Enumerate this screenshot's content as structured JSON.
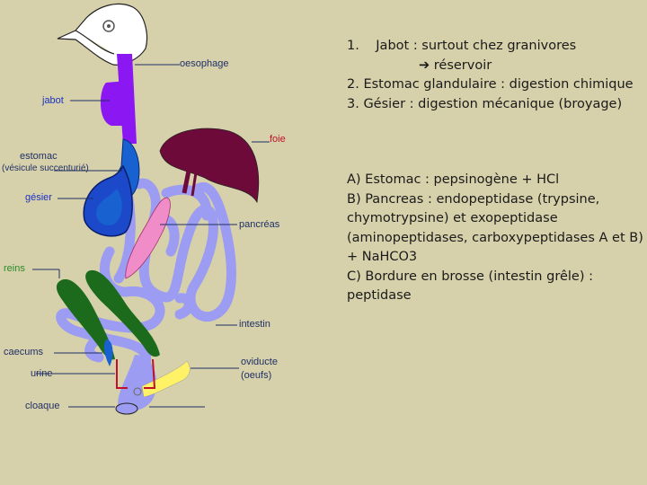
{
  "diagram": {
    "labels": {
      "oesophage": "oesophage",
      "jabot": "jabot",
      "foie": "foie",
      "estomac": "estomac",
      "vesicule": "(vésicule succenturié)",
      "gesier": "gésier",
      "pancreas": "pancréas",
      "reins": "reins",
      "intestin": "intestin",
      "caecums": "caecums",
      "urine": "urine",
      "oviducte": "oviducte",
      "oeufs": "(oeufs)",
      "cloaque": "cloaque"
    },
    "colors": {
      "background": "#d7d1ab",
      "jabot": "#8b17f2",
      "estomac": "#1762d0",
      "gesier": "#1c49c9",
      "foie": "#6e0a3a",
      "pancreas": "#f08cc8",
      "reins": "#1c6b1c",
      "intestin": "#9c9cf2",
      "oviducte": "#fff266",
      "label_red": "#c0102c",
      "label_blue": "#1b31c0",
      "label_green": "#2a8a2a",
      "label_dark": "#1f2f66"
    }
  },
  "notes": {
    "item1_prefix": "1.",
    "item1": "Jabot : surtout chez granivores",
    "item1_arrow_icon": "➔",
    "item1_arrow_text": "réservoir",
    "item2": "2. Estomac glandulaire : digestion chimique",
    "item3": "3. Gésier : digestion mécanique (broyage)",
    "a": "A) Estomac : pepsinogène + HCl",
    "b1": "B) Pancreas : endopeptidase (trypsine,",
    "b2": "chymotrypsine) et exopeptidase",
    "b3": "(aminopeptidases, carboxypeptidases A et B)",
    "b4": "+ NaHCO3",
    "c1": "C) Bordure en brosse (intestin grêle) :",
    "c2": "peptidase"
  }
}
